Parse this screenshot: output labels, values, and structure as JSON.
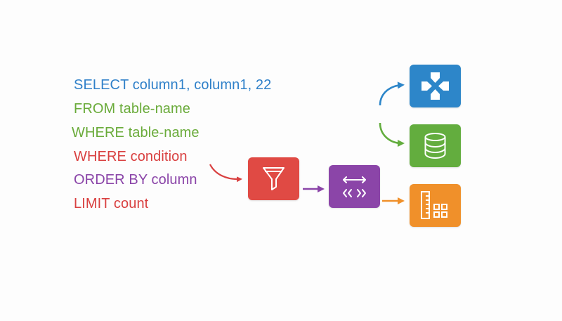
{
  "sql": {
    "lines": [
      {
        "text": "SELECT column1, column1, 22",
        "color": "#2f80c9"
      },
      {
        "text": "FROM table-name",
        "color": "#6aab3a"
      },
      {
        "text": "WHERE table-name",
        "color": "#6aab3a"
      },
      {
        "text": "WHERE condition",
        "color": "#d94040"
      },
      {
        "text": "ORDER BY column",
        "color": "#8a44a8"
      },
      {
        "text": "LIMIT count",
        "color": "#d94040"
      }
    ]
  },
  "nodes": {
    "filter": {
      "icon": "funnel-icon",
      "color": "#e04a44"
    },
    "transform": {
      "icon": "arrows-expand-icon",
      "color": "#8b45a8"
    },
    "gamepad": {
      "icon": "dpad-icon",
      "color": "#2d86c9"
    },
    "database": {
      "icon": "database-icon",
      "color": "#63ad3e"
    },
    "chart": {
      "icon": "ruler-grid-icon",
      "color": "#f0902a"
    }
  },
  "connector_colors": {
    "sql_to_filter": "#d94040",
    "filter_to_transform": "#8b45a8",
    "to_gamepad": "#2d86c9",
    "to_database": "#63ad3e",
    "to_chart": "#f0902a"
  }
}
